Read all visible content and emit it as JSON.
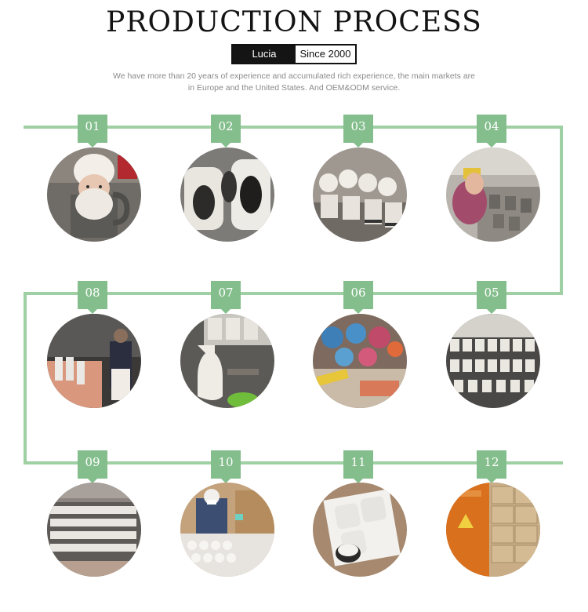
{
  "header": {
    "title": "PRODUCTION PROCESS",
    "brand_left": "Lucia",
    "brand_right": "Since 2000",
    "description": "We have more than 20 years of experience and accumulated rich experience, the main markets are in Europe and the United States. And OEM&ODM service."
  },
  "steps": [
    {
      "number": "01",
      "image": "santa-mug-photo"
    },
    {
      "number": "02",
      "image": "molds-photo"
    },
    {
      "number": "03",
      "image": "jars-with-lids-photo"
    },
    {
      "number": "04",
      "image": "sponging-mugs-photo"
    },
    {
      "number": "05",
      "image": "drying-rack-mugs-photo"
    },
    {
      "number": "06",
      "image": "glazing-teapots-photo"
    },
    {
      "number": "07",
      "image": "trimming-vase-photo"
    },
    {
      "number": "08",
      "image": "kiln-worker-photo"
    },
    {
      "number": "09",
      "image": "warehouse-shelves-photo"
    },
    {
      "number": "10",
      "image": "packing-worker-photo"
    },
    {
      "number": "11",
      "image": "packaged-dishes-photo"
    },
    {
      "number": "12",
      "image": "shipping-container-photo"
    }
  ],
  "colors": {
    "line": "#9fd0a3",
    "badge": "#84be8c"
  }
}
